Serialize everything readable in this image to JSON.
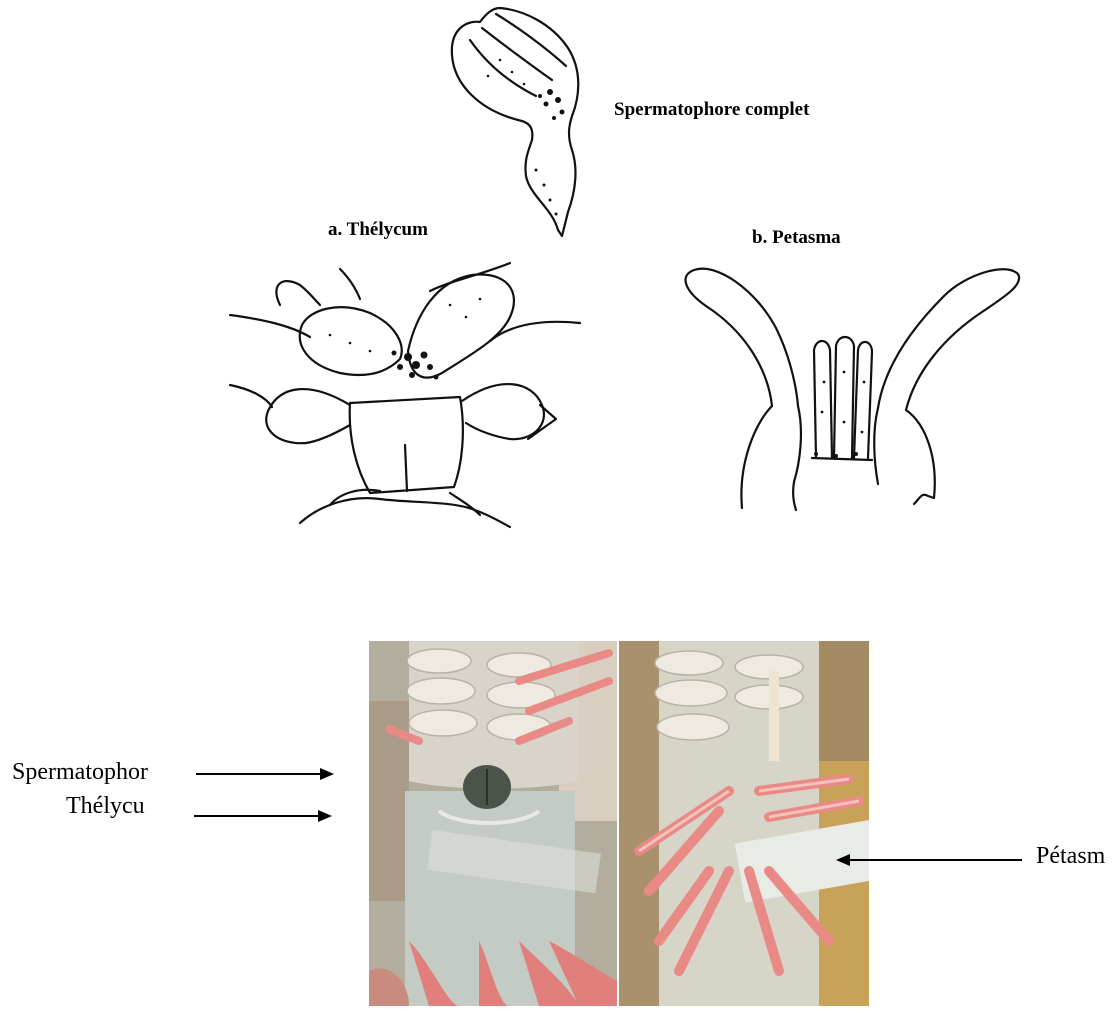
{
  "drawings": {
    "spermatophore_caption": "Spermatophore complet",
    "thelycum_caption": "a. Thélycum",
    "petasma_caption": "b. Petasma"
  },
  "photos": {
    "left_labels": [
      "Spermatophor",
      "Thélycu"
    ],
    "right_label": "Pétasm"
  },
  "colors": {
    "ink": "#111111",
    "shrimp_pink": "#e98a86",
    "ruler_white": "#e9ece6",
    "wood_tan": "#c9a25a"
  }
}
